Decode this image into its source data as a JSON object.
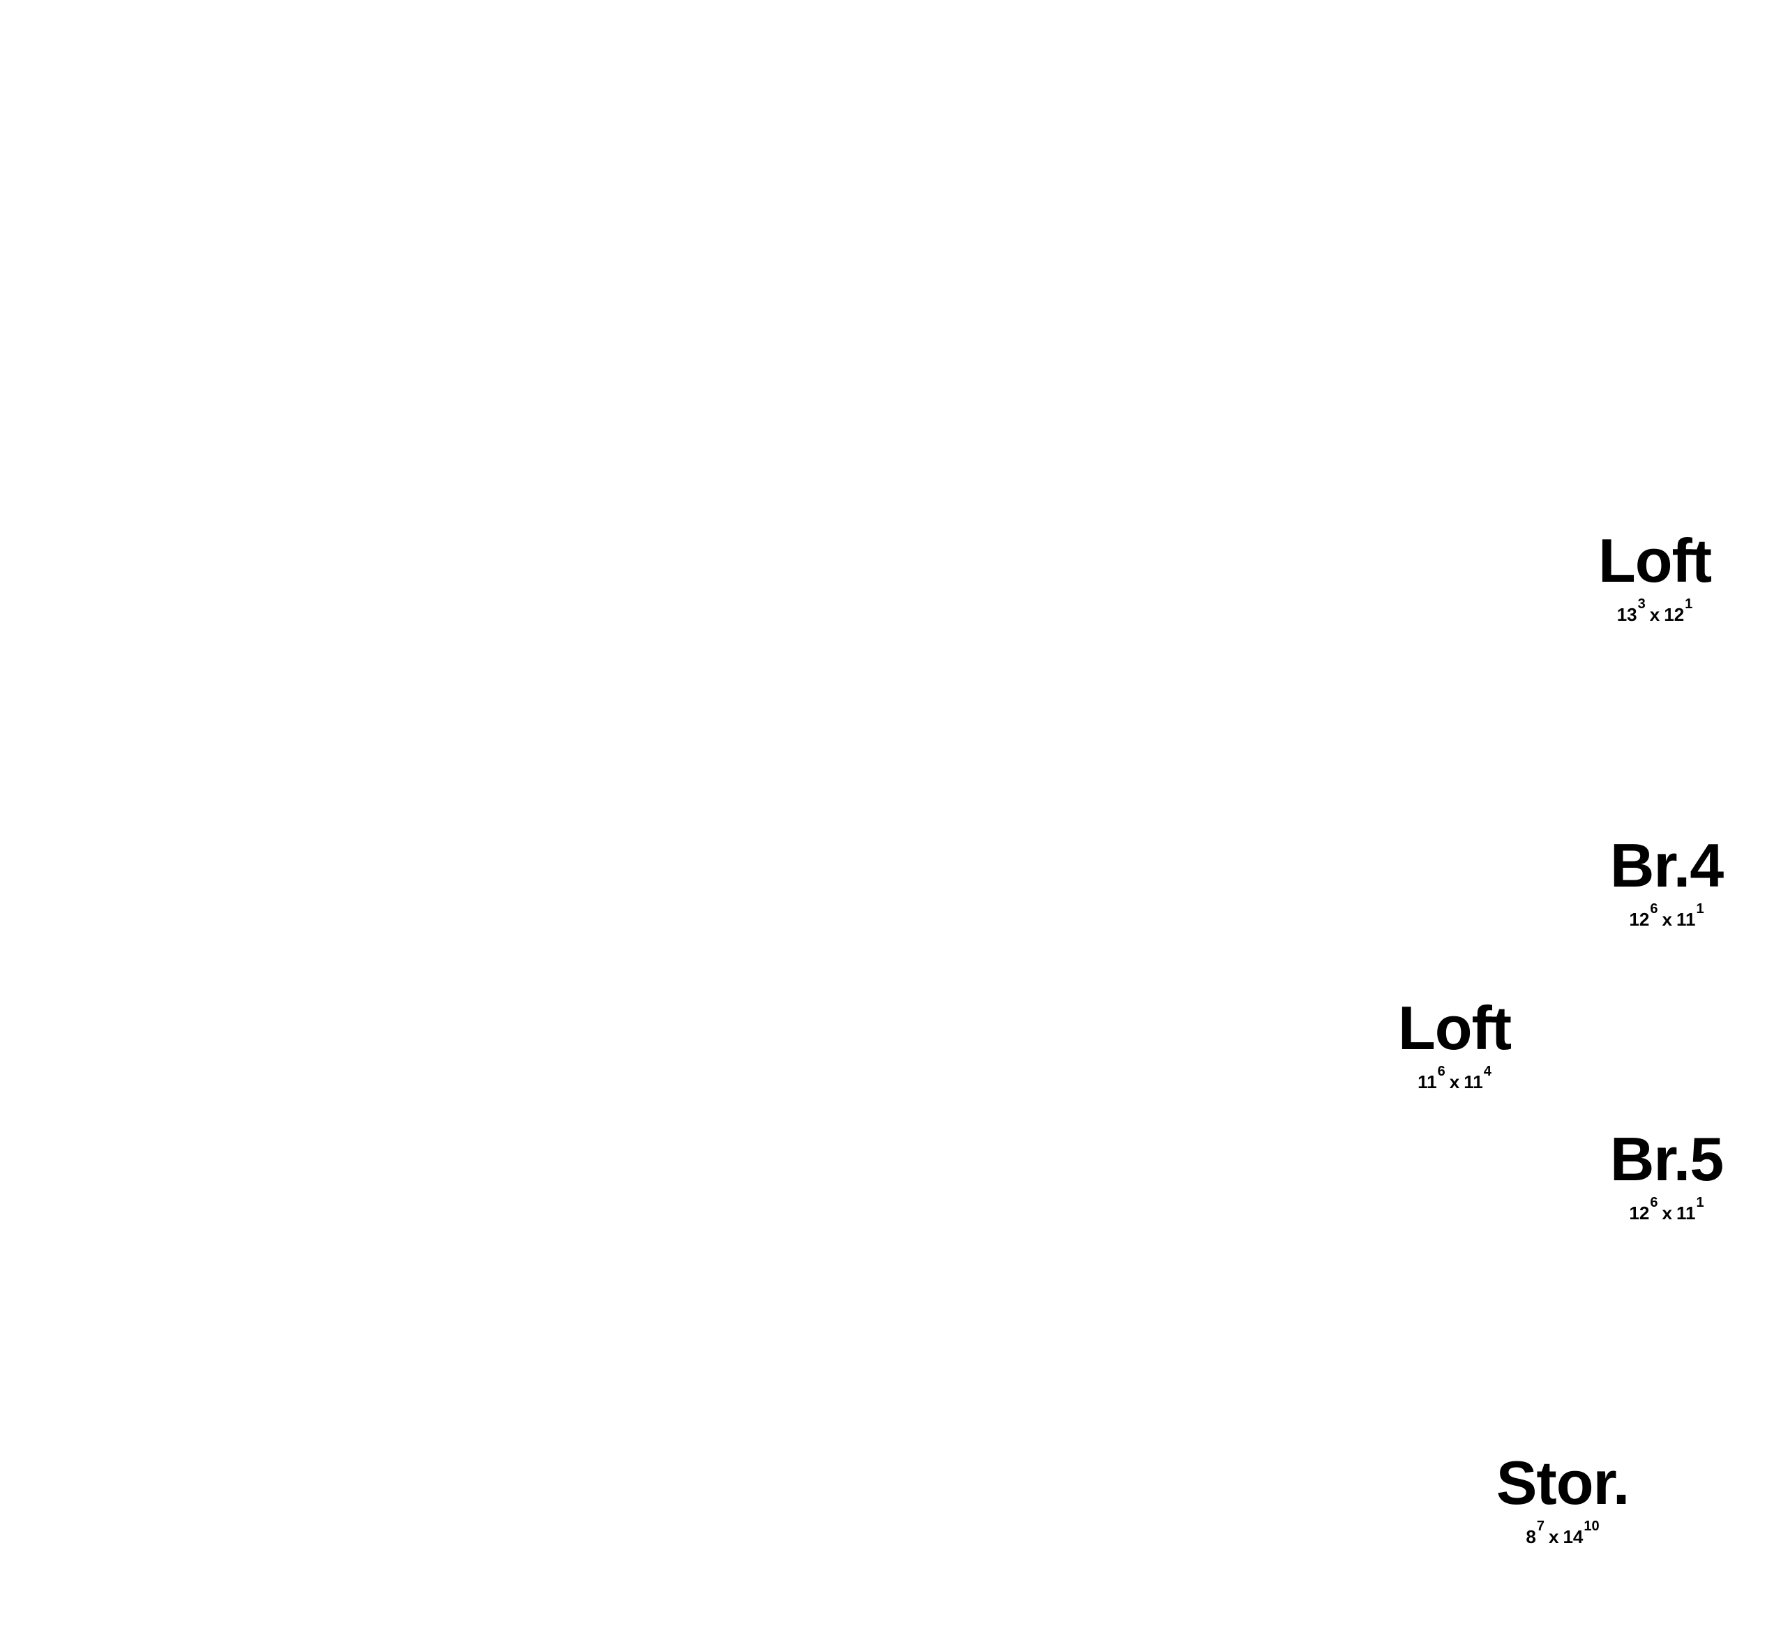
{
  "rooms": [
    {
      "name": "Loft",
      "width": "13",
      "width_in": "3",
      "x": "x",
      "length": "12",
      "length_in": "1"
    },
    {
      "name": "Br.4",
      "width": "12",
      "width_in": "6",
      "x": "x",
      "length": "11",
      "length_in": "1"
    },
    {
      "name": "Loft",
      "width": "11",
      "width_in": "6",
      "x": "x",
      "length": "11",
      "length_in": "4"
    },
    {
      "name": "Br.5",
      "width": "12",
      "width_in": "6",
      "x": "x",
      "length": "11",
      "length_in": "1"
    },
    {
      "name": "Stor.",
      "width": "8",
      "width_in": "7",
      "x": "x",
      "length": "14",
      "length_in": "10"
    }
  ]
}
